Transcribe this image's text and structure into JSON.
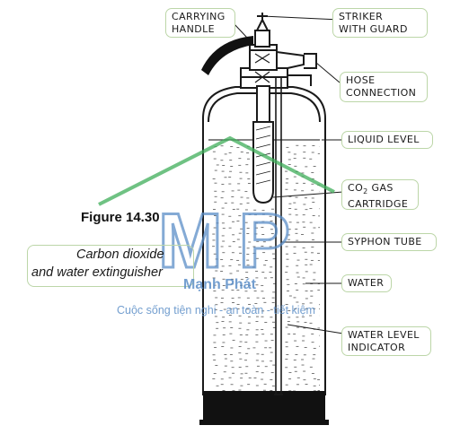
{
  "figure": {
    "title": "Figure 14.30",
    "caption_line1": "Carbon dioxide",
    "caption_line2": "and water extinguisher"
  },
  "labels": {
    "carrying_handle_1": "CARRYING",
    "carrying_handle_2": "HANDLE",
    "striker_1": "STRIKER",
    "striker_2": "WITH GUARD",
    "hose_1": "HOSE",
    "hose_2": "CONNECTION",
    "liquid_level": "LIQUID LEVEL",
    "co2_1": "CO",
    "co2_sub": "2",
    "co2_gas": " GAS",
    "co2_2": "CARTRIDGE",
    "syphon_tube": "SYPHON TUBE",
    "water": "WATER",
    "water_level_1": "WATER LEVEL",
    "water_level_2": "INDICATOR"
  },
  "watermark": {
    "logo_text": "MP",
    "brand": "Mạnh Phát",
    "tagline": "Cuộc sống tiện nghi - an toàn - tiết kiệm"
  },
  "colors": {
    "label_border": "#bcd6a8",
    "watermark_green": "#3fae5a",
    "watermark_blue": "#5b8ec7",
    "ink": "#1a1a1a"
  }
}
